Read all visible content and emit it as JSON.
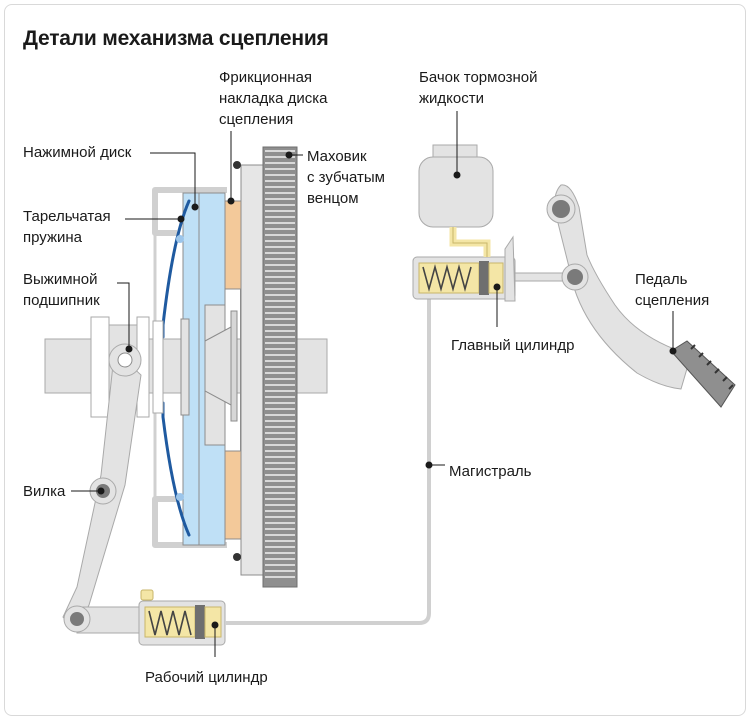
{
  "title": "Детали механизма сцепления",
  "labels": {
    "friction_lining": "Фрикционная\nнакладка диска\nсцепления",
    "fluid_reservoir": "Бачок тормозной\nжидкости",
    "pressure_plate": "Нажимной диск",
    "flywheel": "Маховик\nс зубчатым\nвенцом",
    "diaphragm_spring": "Тарельчатая\nпружина",
    "release_bearing": "Выжимной\nподшипник",
    "master_cylinder": "Главный цилиндр",
    "clutch_pedal": "Педаль\nсцепления",
    "fork": "Вилка",
    "hydraulic_line": "Магистраль",
    "slave_cylinder": "Рабочий цилиндр"
  },
  "colors": {
    "metal": "#e3e3e3",
    "metal_dark": "#a9a9a9",
    "outline": "#8c8c8c",
    "pressure_plate": "#bfe0f6",
    "friction": "#f3c99a",
    "spring_yellow": "#f4e6a6",
    "diaphragm": "#1f5aa0",
    "pivot": "#7a7a7a",
    "text": "#1a1a1a"
  }
}
